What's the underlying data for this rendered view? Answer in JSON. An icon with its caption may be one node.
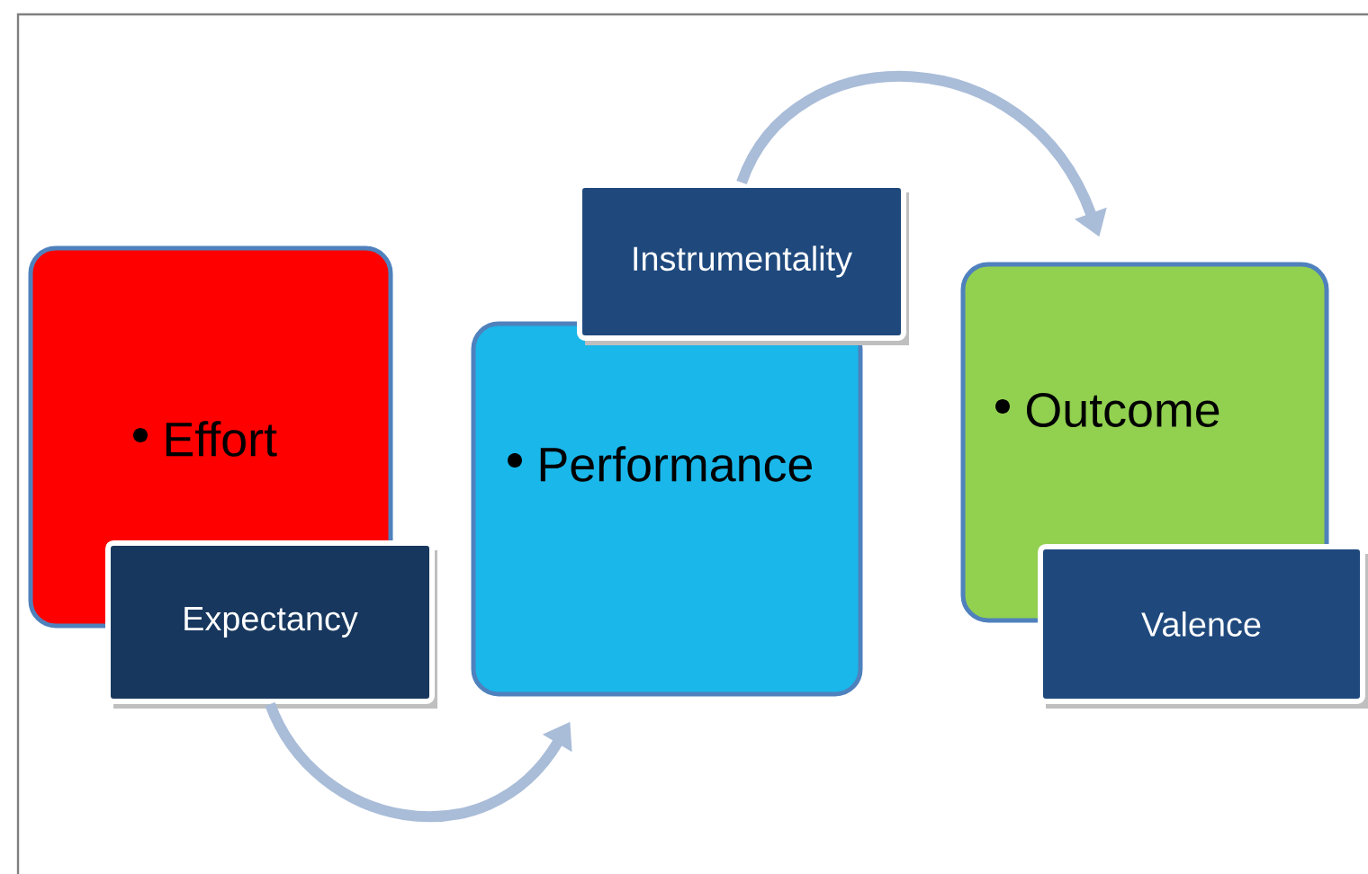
{
  "diagram": {
    "nodes": [
      {
        "text": [
          "Effort"
        ]
      },
      {
        "text": [
          "Expectancy"
        ]
      },
      {
        "text": [
          "Performance"
        ]
      },
      {
        "text": [
          "Instrumentality"
        ]
      },
      {
        "text": [
          "Outcome"
        ]
      },
      {
        "text": [
          "Valence"
        ]
      }
    ],
    "edges": [
      {
        "from": 1,
        "to": 2,
        "arrow": "to"
      },
      {
        "from": 3,
        "to": 4,
        "arrow": "to"
      }
    ]
  }
}
